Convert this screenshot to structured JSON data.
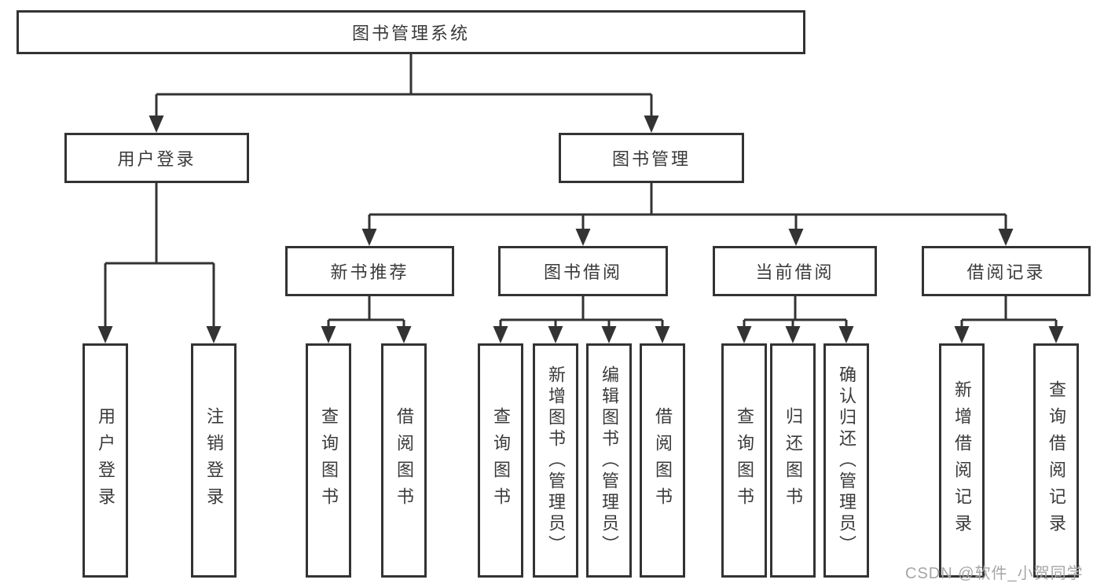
{
  "tree": {
    "label": "图书管理系统",
    "children": [
      {
        "label": "用户登录",
        "children": [
          {
            "label": "用户登录"
          },
          {
            "label": "注销登录"
          }
        ]
      },
      {
        "label": "图书管理",
        "children": [
          {
            "label": "新书推荐",
            "children": [
              {
                "label": "查询图书"
              },
              {
                "label": "借阅图书"
              }
            ]
          },
          {
            "label": "图书借阅",
            "children": [
              {
                "label": "查询图书"
              },
              {
                "label": "新增图书（管理员）"
              },
              {
                "label": "编辑图书（管理员）"
              },
              {
                "label": "借阅图书"
              }
            ]
          },
          {
            "label": "当前借阅",
            "children": [
              {
                "label": "查询图书"
              },
              {
                "label": "归还图书"
              },
              {
                "label": "确认归还（管理员）"
              }
            ]
          },
          {
            "label": "借阅记录",
            "children": [
              {
                "label": "新增借阅记录"
              },
              {
                "label": "查询借阅记录"
              }
            ]
          }
        ]
      }
    ]
  },
  "watermark": {
    "text": "CSDN @软件_小贺同学"
  },
  "colors": {
    "line": "#333333",
    "node_border": "#333333",
    "text": "#3a3a3a",
    "watermark": "#a6a6a6",
    "background": "#ffffff"
  }
}
